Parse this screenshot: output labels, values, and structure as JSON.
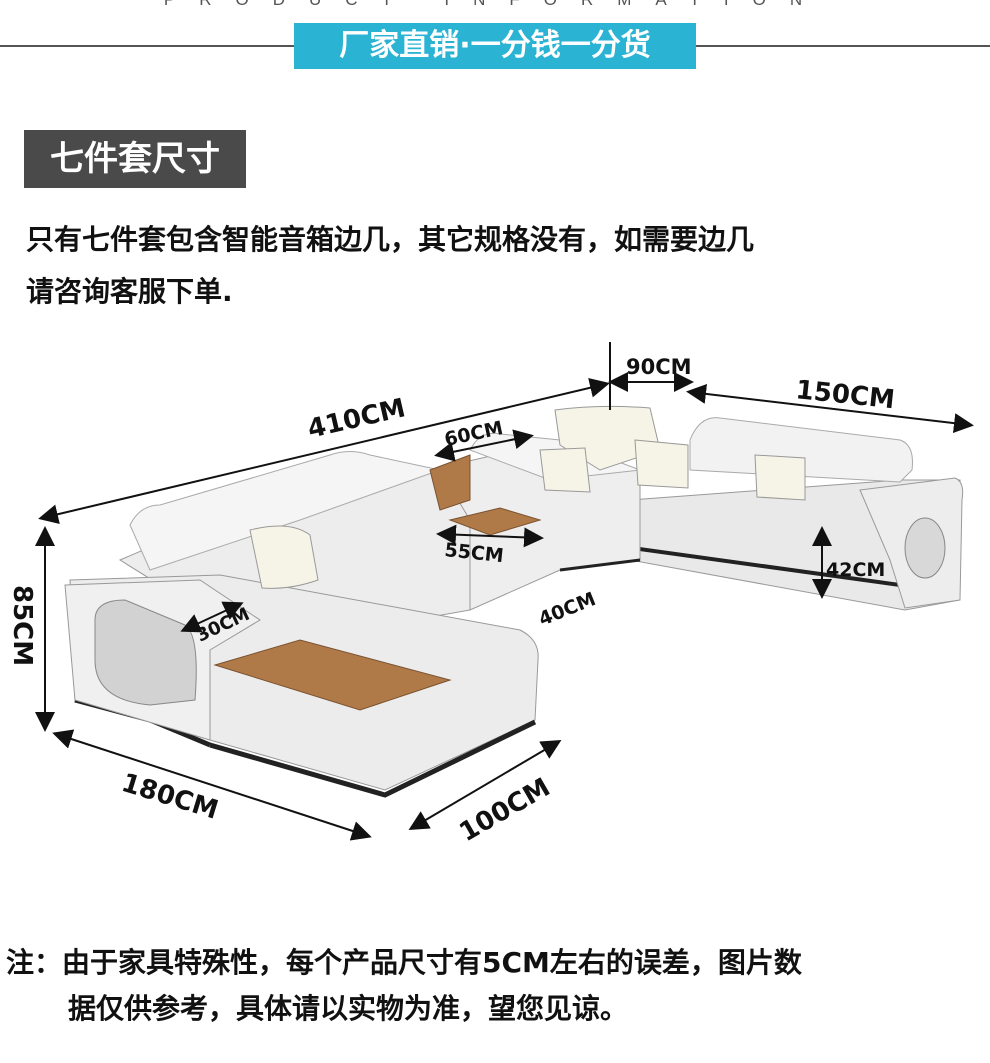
{
  "header": {
    "caption": "PRODUCT INFORMATION",
    "banner": "厂家直销·一分钱一分货",
    "banner_color": "#2bb3d4"
  },
  "section": {
    "tag": "七件套尺寸",
    "intro_line1": "只有七件套包含智能音箱边几，其它规格没有，如需要边几",
    "intro_line2": "请咨询客服下单."
  },
  "dimensions": {
    "total_length": "410CM",
    "middle_depth": "90CM",
    "right_length": "150CM",
    "table_width": "60CM",
    "table_depth": "55CM",
    "seat_height": "42CM",
    "seat_depth": "40CM",
    "height": "85CM",
    "armrest": "30CM",
    "chaise_length": "180CM",
    "chaise_width": "100CM"
  },
  "note": {
    "line1": "注：由于家具特殊性，每个产品尺寸有5CM左右的误差，图片数",
    "line2": "据仅供参考，具体请以实物为准，望您见谅。"
  }
}
